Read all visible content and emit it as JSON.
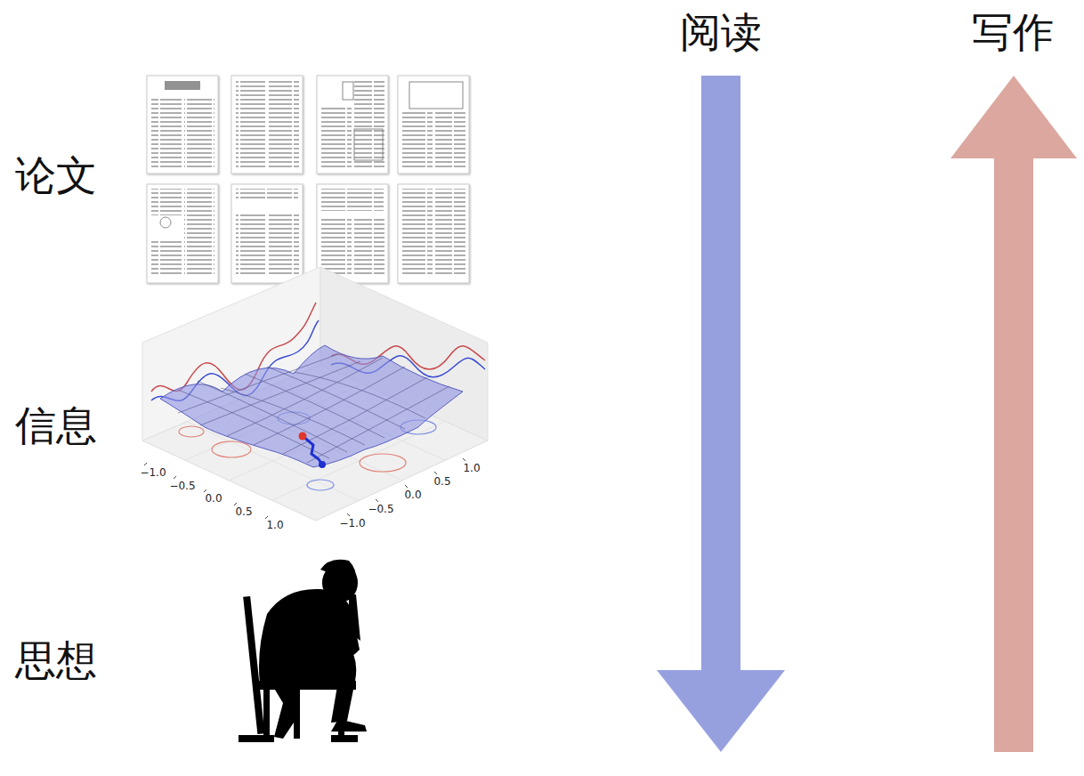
{
  "diagram": {
    "labels": [
      "阅读",
      "写作",
      "论文",
      "信息",
      "思想",
      "−1.0",
      "−0.5",
      "0.0",
      "0.5",
      "1.0",
      "1.0",
      "0.5",
      "0.0",
      "−0.5",
      "−1.0"
    ]
  }
}
